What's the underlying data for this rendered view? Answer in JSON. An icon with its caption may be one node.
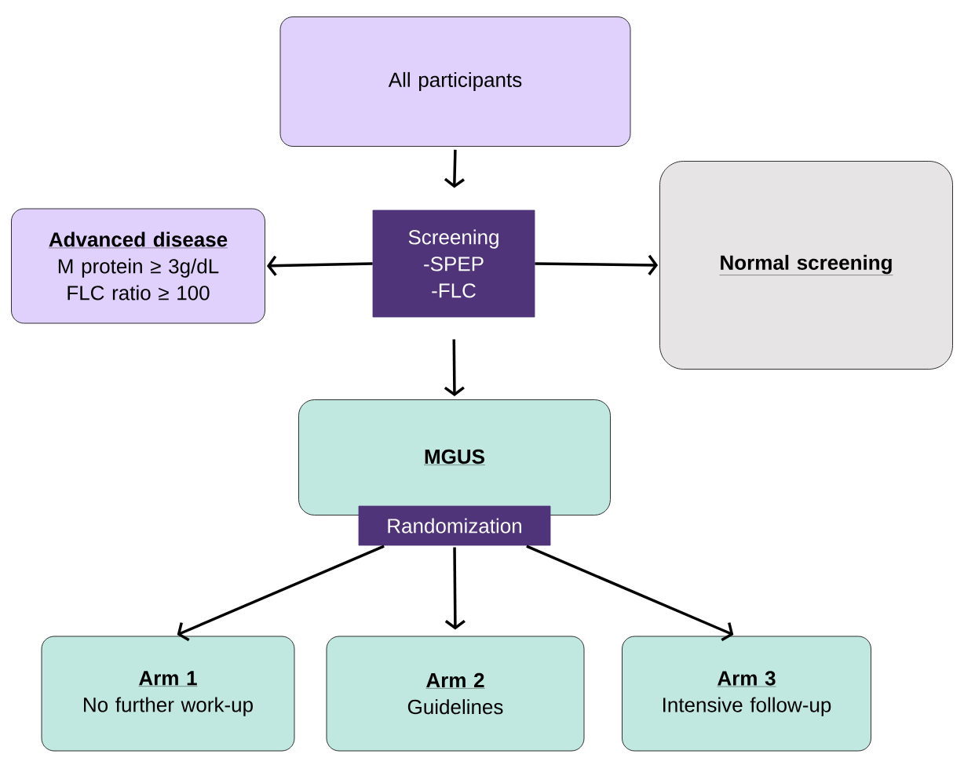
{
  "diagram": {
    "nodes": [
      {
        "text": [
          "All participants"
        ]
      },
      {
        "text": [
          "Screening -SPEP -FLC"
        ]
      },
      {
        "text": [
          "Advanced disease",
          "M protein ≥ 3g/dL FLC ratio ≥ 100"
        ]
      },
      {
        "text": [
          "Normal screening"
        ]
      },
      {
        "text": [
          "MGUS"
        ]
      },
      {
        "text": [
          "Randomization"
        ]
      },
      {
        "text": [
          "Arm 1",
          "No further work-up"
        ]
      },
      {
        "text": [
          "Arm 2",
          "Guidelines"
        ]
      },
      {
        "text": [
          "Arm 3",
          "Intensive follow-up"
        ]
      }
    ],
    "edges": [
      {
        "from": 0,
        "to": 1,
        "arrow": "to"
      },
      {
        "from": 1,
        "to": 2,
        "arrow": "to"
      },
      {
        "from": 1,
        "to": 3,
        "arrow": "to"
      },
      {
        "from": 1,
        "to": 4,
        "arrow": "to"
      },
      {
        "from": 5,
        "to": 6,
        "arrow": "to"
      },
      {
        "from": 5,
        "to": 7,
        "arrow": "to"
      },
      {
        "from": 5,
        "to": 8,
        "arrow": "to"
      }
    ]
  }
}
